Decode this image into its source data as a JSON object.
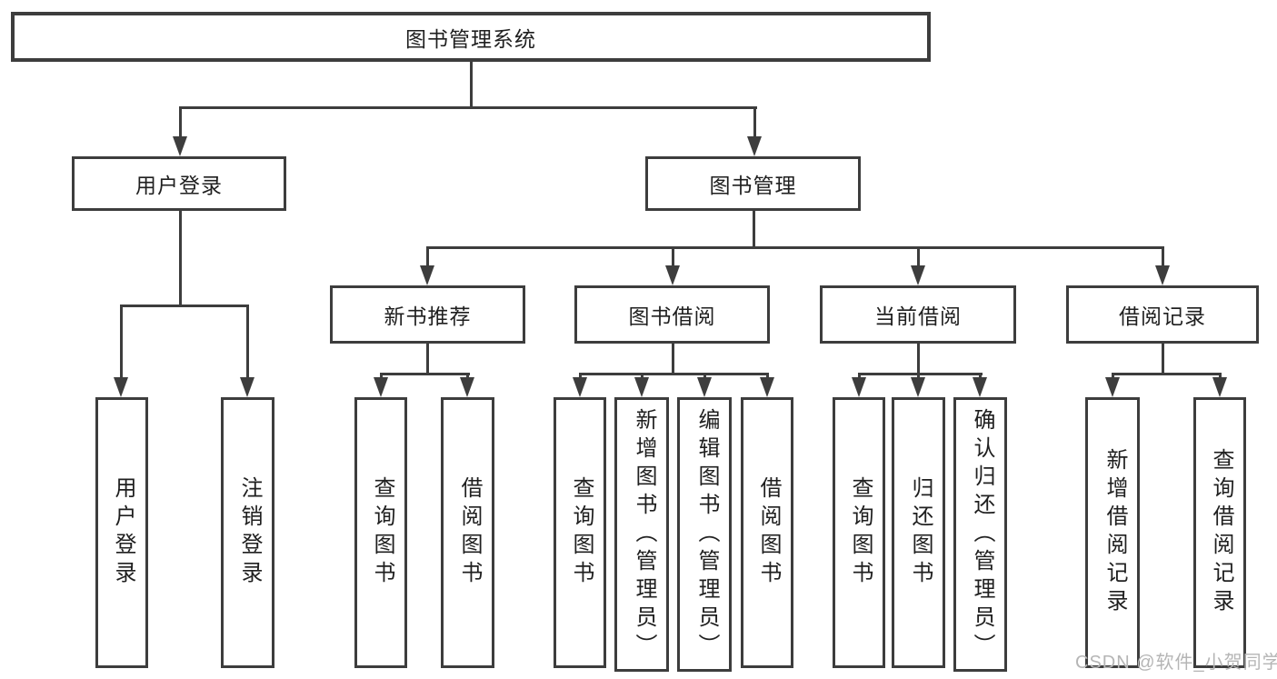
{
  "diagram": {
    "root": {
      "label": "图书管理系统"
    },
    "branches": [
      {
        "label": "用户登录",
        "children": [
          "用户登录",
          "注销登录"
        ]
      },
      {
        "label": "图书管理",
        "modules": [
          {
            "label": "新书推荐",
            "children": [
              "查询图书",
              "借阅图书"
            ]
          },
          {
            "label": "图书借阅",
            "children": [
              "查询图书",
              "新增图书（管理员）",
              "编辑图书（管理员）",
              "借阅图书"
            ]
          },
          {
            "label": "当前借阅",
            "children": [
              "查询图书",
              "归还图书",
              "确认归还（管理员）"
            ]
          },
          {
            "label": "借阅记录",
            "children": [
              "新增借阅记录",
              "查询借阅记录"
            ]
          }
        ]
      }
    ]
  },
  "watermark": "CSDN @软件_小贺同学",
  "colors": {
    "line": "#3d3d3d",
    "text": "#1f1f1f",
    "watermark": "#b5b5b5",
    "background": "#ffffff"
  }
}
